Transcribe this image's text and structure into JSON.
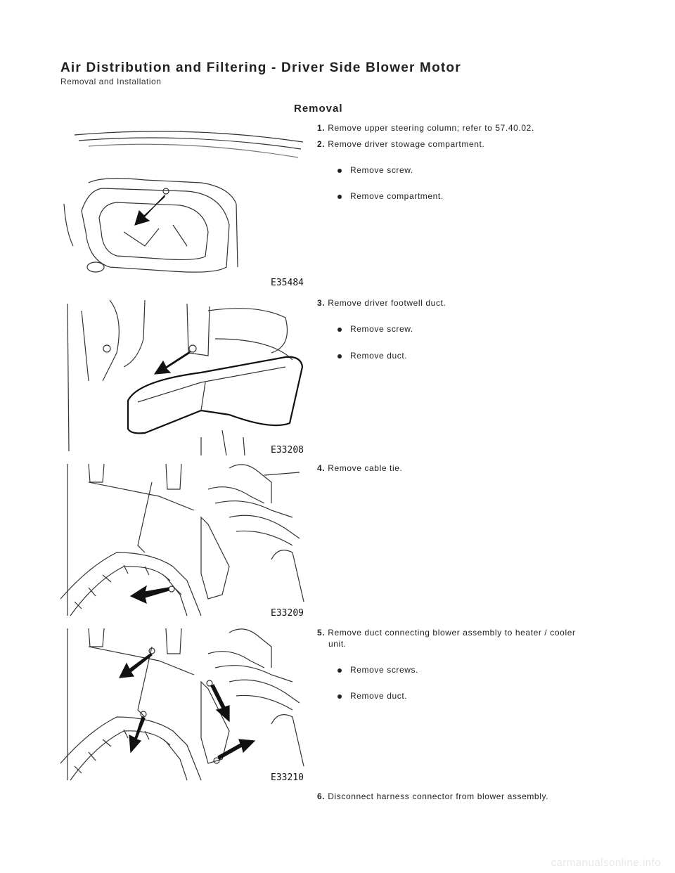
{
  "header": {
    "title": "Air Distribution and Filtering - Driver Side Blower Motor",
    "subtitle": "Removal and Installation"
  },
  "section": {
    "title": "Removal"
  },
  "figures": [
    {
      "id": "E35484"
    },
    {
      "id": "E33208"
    },
    {
      "id": "E33209"
    },
    {
      "id": "E33210"
    }
  ],
  "steps": [
    {
      "num": "1.",
      "text": "Remove upper steering column; refer to 57.40.02.",
      "subs": []
    },
    {
      "num": "2.",
      "text": "Remove driver stowage compartment.",
      "subs": [
        "Remove screw.",
        "Remove compartment."
      ]
    },
    {
      "num": "3.",
      "text": "Remove driver footwell duct.",
      "subs": [
        "Remove screw.",
        "Remove duct."
      ]
    },
    {
      "num": "4.",
      "text": "Remove cable tie.",
      "subs": []
    },
    {
      "num": "5.",
      "text": "Remove duct connecting blower assembly to heater / cooler",
      "cont": "unit.",
      "subs": [
        "Remove screws.",
        "Remove duct."
      ]
    },
    {
      "num": "6.",
      "text": "Disconnect harness connector from blower assembly.",
      "subs": []
    }
  ],
  "watermark": "carmanualsonline.info"
}
